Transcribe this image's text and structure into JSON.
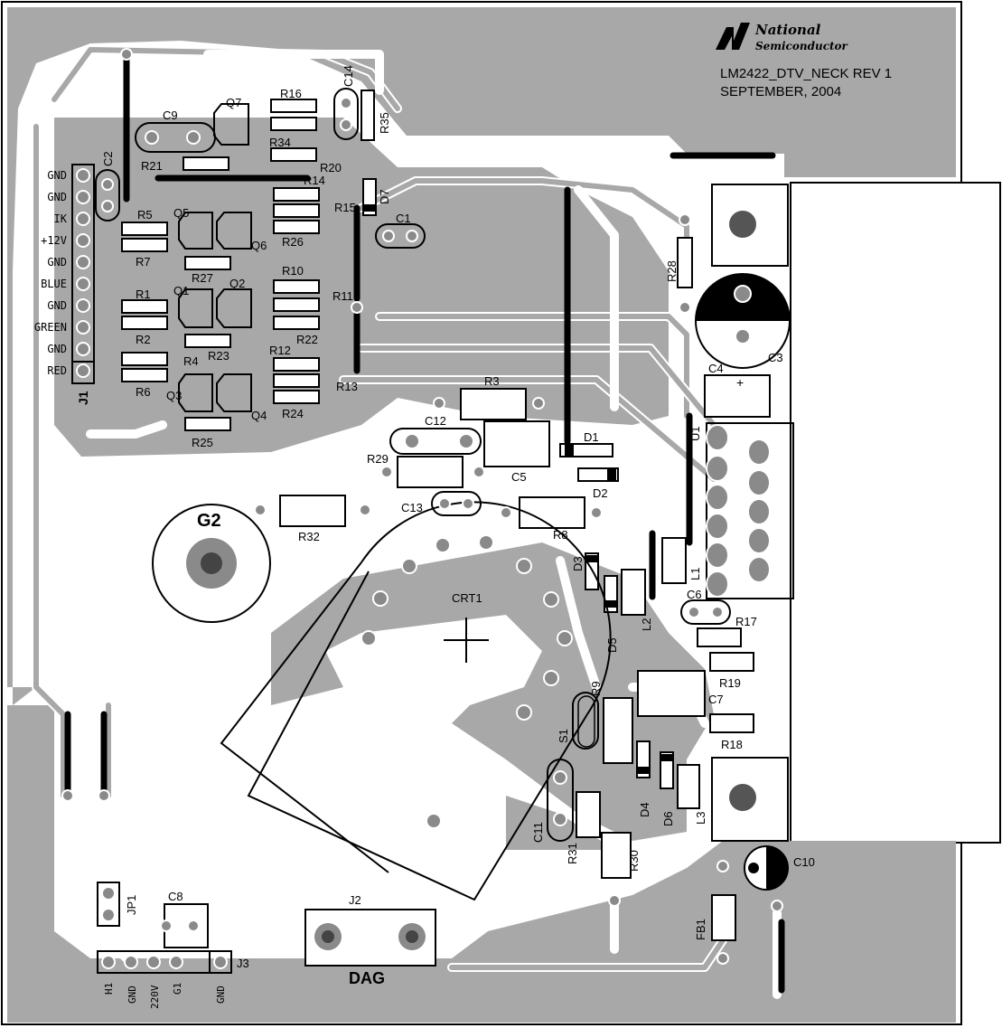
{
  "logo": {
    "line1": "National",
    "line2": "Semiconductor"
  },
  "board": {
    "title": "LM2422_DTV_NECK REV 1",
    "date": "SEPTEMBER, 2004"
  },
  "j1_pins": [
    "GND",
    "GND",
    "IK",
    "+12V",
    "GND",
    "BLUE",
    "GND",
    "GREEN",
    "GND",
    "RED"
  ],
  "j3_pins": [
    "H1",
    "GND",
    "220V",
    "G1",
    "GND"
  ],
  "connectors": {
    "j1": "J1",
    "j2": "J2",
    "j3": "J3",
    "jp1": "JP1",
    "dag": "DAG",
    "g2": "G2",
    "crt": "CRT1",
    "s1": "S1",
    "fb1": "FB1",
    "u1": "U1"
  },
  "resistors": [
    "R1",
    "R2",
    "R3",
    "R4",
    "R5",
    "R6",
    "R7",
    "R8",
    "R9",
    "R10",
    "R11",
    "R12",
    "R13",
    "R14",
    "R15",
    "R16",
    "R17",
    "R18",
    "R19",
    "R20",
    "R21",
    "R22",
    "R23",
    "R24",
    "R25",
    "R26",
    "R27",
    "R28",
    "R29",
    "R30",
    "R31",
    "R32",
    "R34",
    "R35"
  ],
  "capacitors": [
    "C1",
    "C2",
    "C3",
    "C4",
    "C5",
    "C6",
    "C7",
    "C8",
    "C9",
    "C10",
    "C11",
    "C12",
    "C13",
    "C14"
  ],
  "transistors": [
    "Q1",
    "Q2",
    "Q3",
    "Q4",
    "Q5",
    "Q6",
    "Q7"
  ],
  "diodes": [
    "D1",
    "D2",
    "D3",
    "D4",
    "D5",
    "D6",
    "D7"
  ],
  "inductors": [
    "L1",
    "L2",
    "L3"
  ],
  "colors": {
    "copper": "#a8a8a8",
    "pad": "#8a8a8a",
    "silk": "#000000",
    "board": "#ffffff"
  }
}
